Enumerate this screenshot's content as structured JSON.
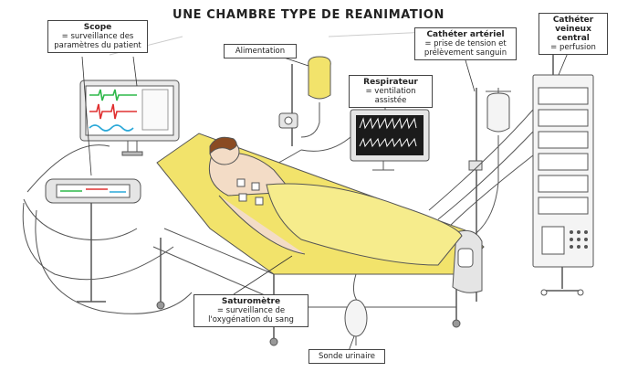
{
  "title": "UNE CHAMBRE TYPE DE REANIMATION",
  "labels": {
    "scope": {
      "heading": "Scope",
      "text": "= surveillance des paramètres du patient"
    },
    "alimentation": {
      "heading": "",
      "text": "Alimentation"
    },
    "respirateur": {
      "heading": "Respirateur",
      "text": "= ventilation assistée"
    },
    "catheter_arteriel": {
      "heading": "Cathéter artériel",
      "text": "= prise de tension et prélèvement sanguin"
    },
    "catheter_veineux": {
      "heading": "Cathéter veineux central",
      "text": "= perfusion"
    },
    "saturometre": {
      "heading": "Saturomètre",
      "text": "= surveillance de l'oxygénation du sang"
    },
    "sonde_urinaire": {
      "heading": "",
      "text": "Sonde urinaire"
    }
  },
  "colors": {
    "bed_yellow": "#f2e36b",
    "sheet_yellow": "#f6ec8c",
    "screen_dark": "#1b1b1b",
    "wave_green": "#2fb84a",
    "wave_red": "#e03030",
    "wave_cyan": "#2aa8d8",
    "skin": "#f3dcc6",
    "hair": "#8a4b22"
  }
}
